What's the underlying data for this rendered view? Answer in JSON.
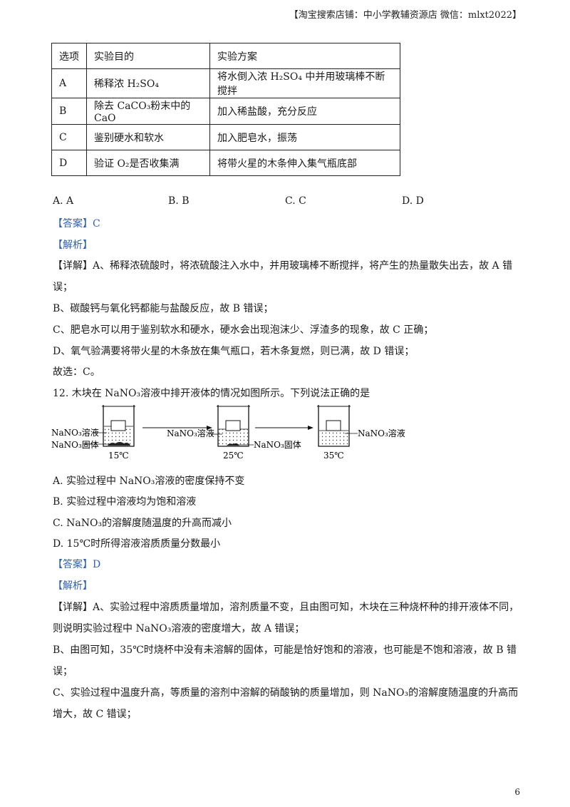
{
  "header": "【淘宝搜索店铺：中小学教辅资源店  微信：mlxt2022】",
  "page_number": "6",
  "table": {
    "header": [
      "选项",
      "实验目的",
      "实验方案"
    ],
    "rows": [
      [
        "A",
        "稀释浓 H₂SO₄",
        "将水倒入浓 H₂SO₄ 中并用玻璃棒不断搅拌"
      ],
      [
        "B",
        "除去 CaCO₃粉末中的 CaO",
        "加入稀盐酸，充分反应"
      ],
      [
        "C",
        "鉴别硬水和软水",
        "加入肥皂水，振荡"
      ],
      [
        "D",
        "验证 O₂是否收集满",
        "将带火星的木条伸入集气瓶底部"
      ]
    ]
  },
  "q11": {
    "options": [
      "A. A",
      "B. B",
      "C. C",
      "D. D"
    ],
    "answer": "【答案】C",
    "analysis": "【解析】",
    "detail_lines": [
      "【详解】A、稀释浓硫酸时，将浓硫酸注入水中，并用玻璃棒不断搅拌，将产生的热量散失出去，故 A 错",
      "误；",
      "B、碳酸钙与氧化钙都能与盐酸反应，故 B 错误；",
      "C、肥皂水可以用于鉴别软水和硬水，硬水会出现泡沫少、浮渣多的现象，故 C 正确；",
      "D、氧气验满要将带火星的木条放在集气瓶口，若木条复燃，则已满，故 D 错误；",
      "故选：C。"
    ]
  },
  "q12": {
    "stem": "12. 木块在 NaNO₃溶液中排开液体的情况如图所示。下列说法正确的是",
    "figure": {
      "b1_solution": "NaNO₃溶液",
      "b1_solid": "NaNO₃固体",
      "b1_temp": "15℃",
      "b2_solution": "NaNO₃溶液",
      "b2_solid": "NaNO₃固体",
      "b2_temp": "25℃",
      "b3_solution": "NaNO₃溶液",
      "b3_temp": "35℃"
    },
    "options": [
      "A.  实验过程中 NaNO₃溶液的密度保持不变",
      "B.  实验过程中溶液均为饱和溶液",
      "C.  NaNO₃的溶解度随温度的升高而减小",
      "D.  15℃时所得溶液溶质质量分数最小"
    ],
    "answer": "【答案】D",
    "analysis": "【解析】",
    "detail_lines": [
      "【详解】A、实验过程中溶质质量增加，溶剂质量不变，且由图可知，木块在三种烧杯种的排开液体不同，",
      "则说明实验过程中 NaNO₃溶液的密度增大，故 A 错误；",
      "B、由图可知，35℃时烧杯中没有未溶解的固体，可能是恰好饱和的溶液，也可能是不饱和溶液，故 B 错",
      "误；",
      "C、实验过程中温度升高，等质量的溶剂中溶解的硝酸钠的质量增加，则 NaNO₃的溶解度随温度的升高而",
      "增大，故 C 错误；"
    ]
  }
}
